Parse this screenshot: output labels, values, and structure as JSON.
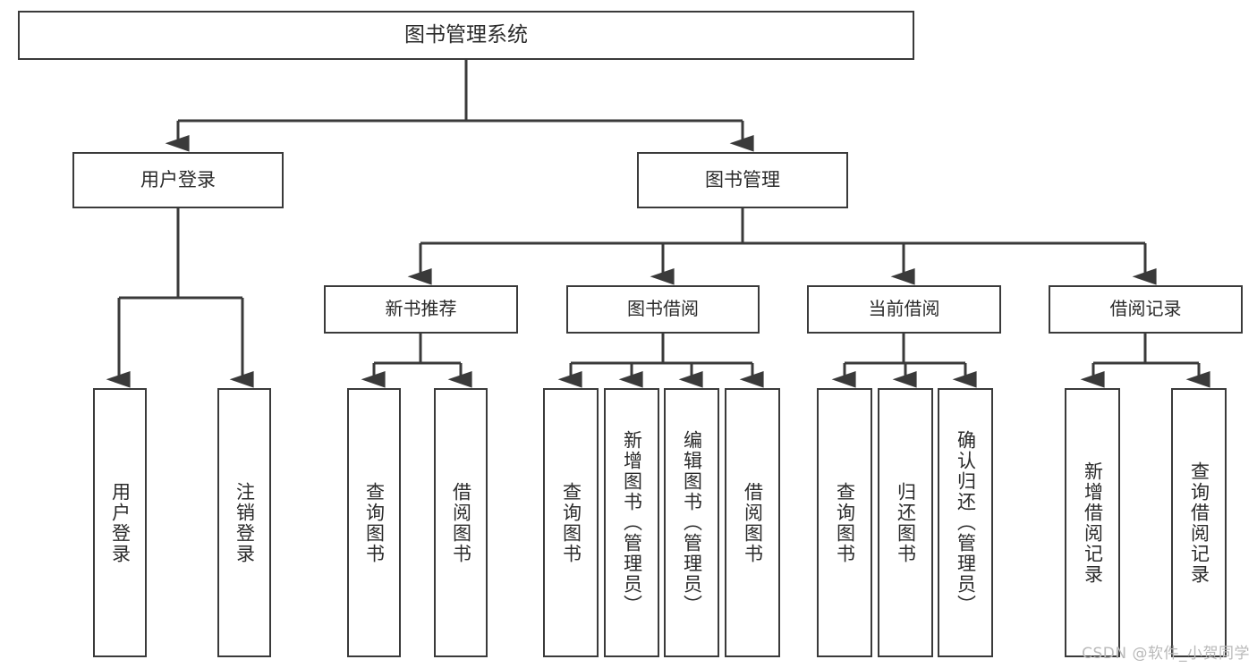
{
  "diagram": {
    "title": "图书管理系统",
    "watermark": "CSDN @软件_小贺同学",
    "stroke_color": "#3a3a3a",
    "background_color": "#ffffff",
    "text_color": "#2b2b2b",
    "type": "tree-hierarchy-chart",
    "levels": [
      {
        "level": 1,
        "nodes": [
          {
            "id": "root",
            "label": "图书管理系统"
          }
        ]
      },
      {
        "level": 2,
        "nodes": [
          {
            "id": "user-login",
            "label": "用户登录"
          },
          {
            "id": "book-manage",
            "label": "图书管理"
          }
        ]
      },
      {
        "level": 3,
        "nodes": [
          {
            "id": "new-book-rec",
            "label": "新书推荐"
          },
          {
            "id": "book-borrow",
            "label": "图书借阅"
          },
          {
            "id": "current-borrow",
            "label": "当前借阅"
          },
          {
            "id": "borrow-record",
            "label": "借阅记录"
          }
        ]
      }
    ],
    "leaves": {
      "user_login": [
        {
          "id": "leaf-user-login",
          "label": "用户登录"
        },
        {
          "id": "leaf-user-logout",
          "label": "注销登录"
        }
      ],
      "new_book_rec": [
        {
          "id": "leaf-query-book-1",
          "label": "查询图书"
        },
        {
          "id": "leaf-borrow-book-1",
          "label": "借阅图书"
        }
      ],
      "book_borrow": [
        {
          "id": "leaf-query-book-2",
          "label": "查询图书"
        },
        {
          "id": "leaf-add-book",
          "label": "新增图书（管理员）"
        },
        {
          "id": "leaf-edit-book",
          "label": "编辑图书（管理员）"
        },
        {
          "id": "leaf-borrow-book-2",
          "label": "借阅图书"
        }
      ],
      "current_borrow": [
        {
          "id": "leaf-query-book-3",
          "label": "查询图书"
        },
        {
          "id": "leaf-return-book",
          "label": "归还图书"
        },
        {
          "id": "leaf-confirm-return",
          "label": "确认归还（管理员）"
        }
      ],
      "borrow_record": [
        {
          "id": "leaf-add-record",
          "label": "新增借阅记录"
        },
        {
          "id": "leaf-query-record",
          "label": "查询借阅记录"
        }
      ]
    }
  }
}
